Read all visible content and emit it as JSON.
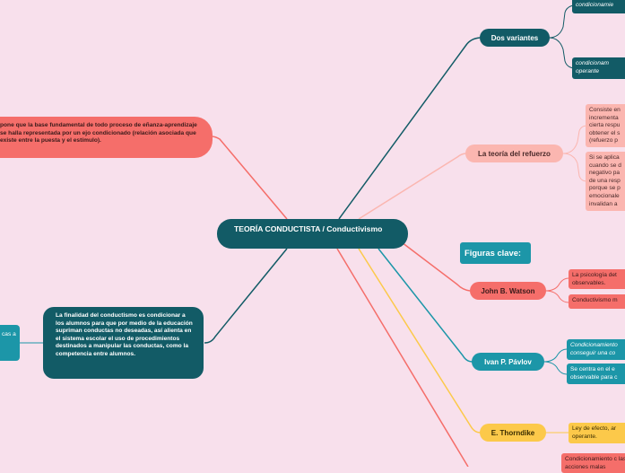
{
  "central": {
    "title": "TEORÍA CONDUCTISTA / Conductivismo"
  },
  "left_top": {
    "text": "pone que la base fundamental de todo proceso de eñanza-aprendizaje se halla representada por un ejo condicionado (relación asociada que existe entre la puesta y el estímulo)."
  },
  "left_bottom": {
    "text": "La finalidad del conductismo es condicionar a los alumnos para que por medio de la educación supriman conductas no deseadas, así alienta en el sistema escolar el uso de procedimientos destinados a manipular las conductas, como la competencia entre alumnos.",
    "side_text": "cas a"
  },
  "dos_variantes": {
    "label": "Dos variantes",
    "items": [
      "condicionamie",
      "condicionam operante"
    ]
  },
  "refuerzo": {
    "label": "La teoría del refuerzo",
    "items": [
      "Consiste en incrementa cierta respu obtener el s (refuerzo p",
      "Si se aplica cuando se d negativo pa de una resp porque se p emocionale invalidan a"
    ]
  },
  "figuras": {
    "label": "Figuras clave:"
  },
  "watson": {
    "label": "John B. Watson",
    "items": [
      "La psicología det observables.",
      "Conductivismo m"
    ]
  },
  "pavlov": {
    "label": "Ivan P. Pávlov",
    "items": [
      "Condicionamiento conseguir una co",
      "Se centra en el e observable para c"
    ]
  },
  "thorndike": {
    "label": "E. Thorndike",
    "items": [
      "Ley de efecto, ar operante."
    ]
  },
  "bottom_box": {
    "text": "Condicionamiento c las acciones malas"
  },
  "colors": {
    "background": "#f8e0ec",
    "teal": "#125b66",
    "cyan": "#1c96a8",
    "salmon": "#f56e6a",
    "pink": "#fbb6b0",
    "yellow": "#fcc94a"
  }
}
